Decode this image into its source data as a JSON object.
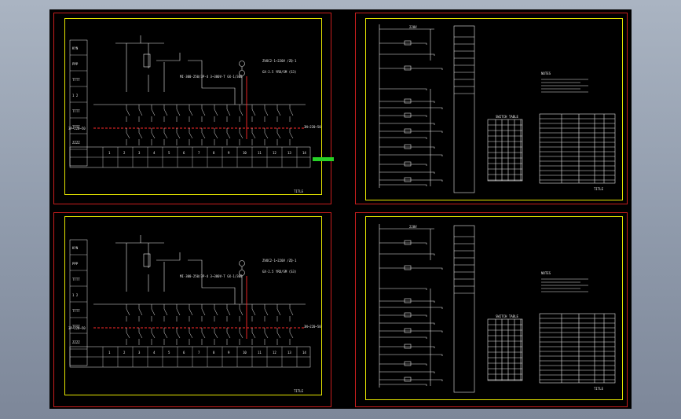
{
  "colors": {
    "background_top": "#aab4c2",
    "background_bottom": "#7d8799",
    "viewport": "#000000",
    "sheet_border": "#c81e1e",
    "frame_border": "#e6e600",
    "wire": "#e8e8e8",
    "bus": "#ff2a2a",
    "highlight": "#27d227"
  },
  "single_line": {
    "bus_left_label": "3P~220~50",
    "bus_right_label": "3N~220~50",
    "top_text": "MI-300-250/3P-4  3~380V-T  GX-1/300",
    "meter_text": "ZVOC2-1~220V  /ZQ-1",
    "sub_text": "GX-2.5  YRD/SM (S3)",
    "title_block": "TITLE",
    "left_col_labels": [
      "KYN",
      "PPP",
      "TTTT",
      "1 2",
      "TTTT",
      "TTTT",
      "ZZZZ"
    ],
    "table_numbers": [
      "1",
      "2",
      "3",
      "4",
      "5",
      "6",
      "7",
      "8",
      "9",
      "10",
      "11",
      "12",
      "13",
      "14"
    ]
  },
  "schematic": {
    "supply_label": "220V",
    "table_title": "SWITCH TABLE",
    "notes": "NOTES",
    "title_block": "TITLE"
  }
}
